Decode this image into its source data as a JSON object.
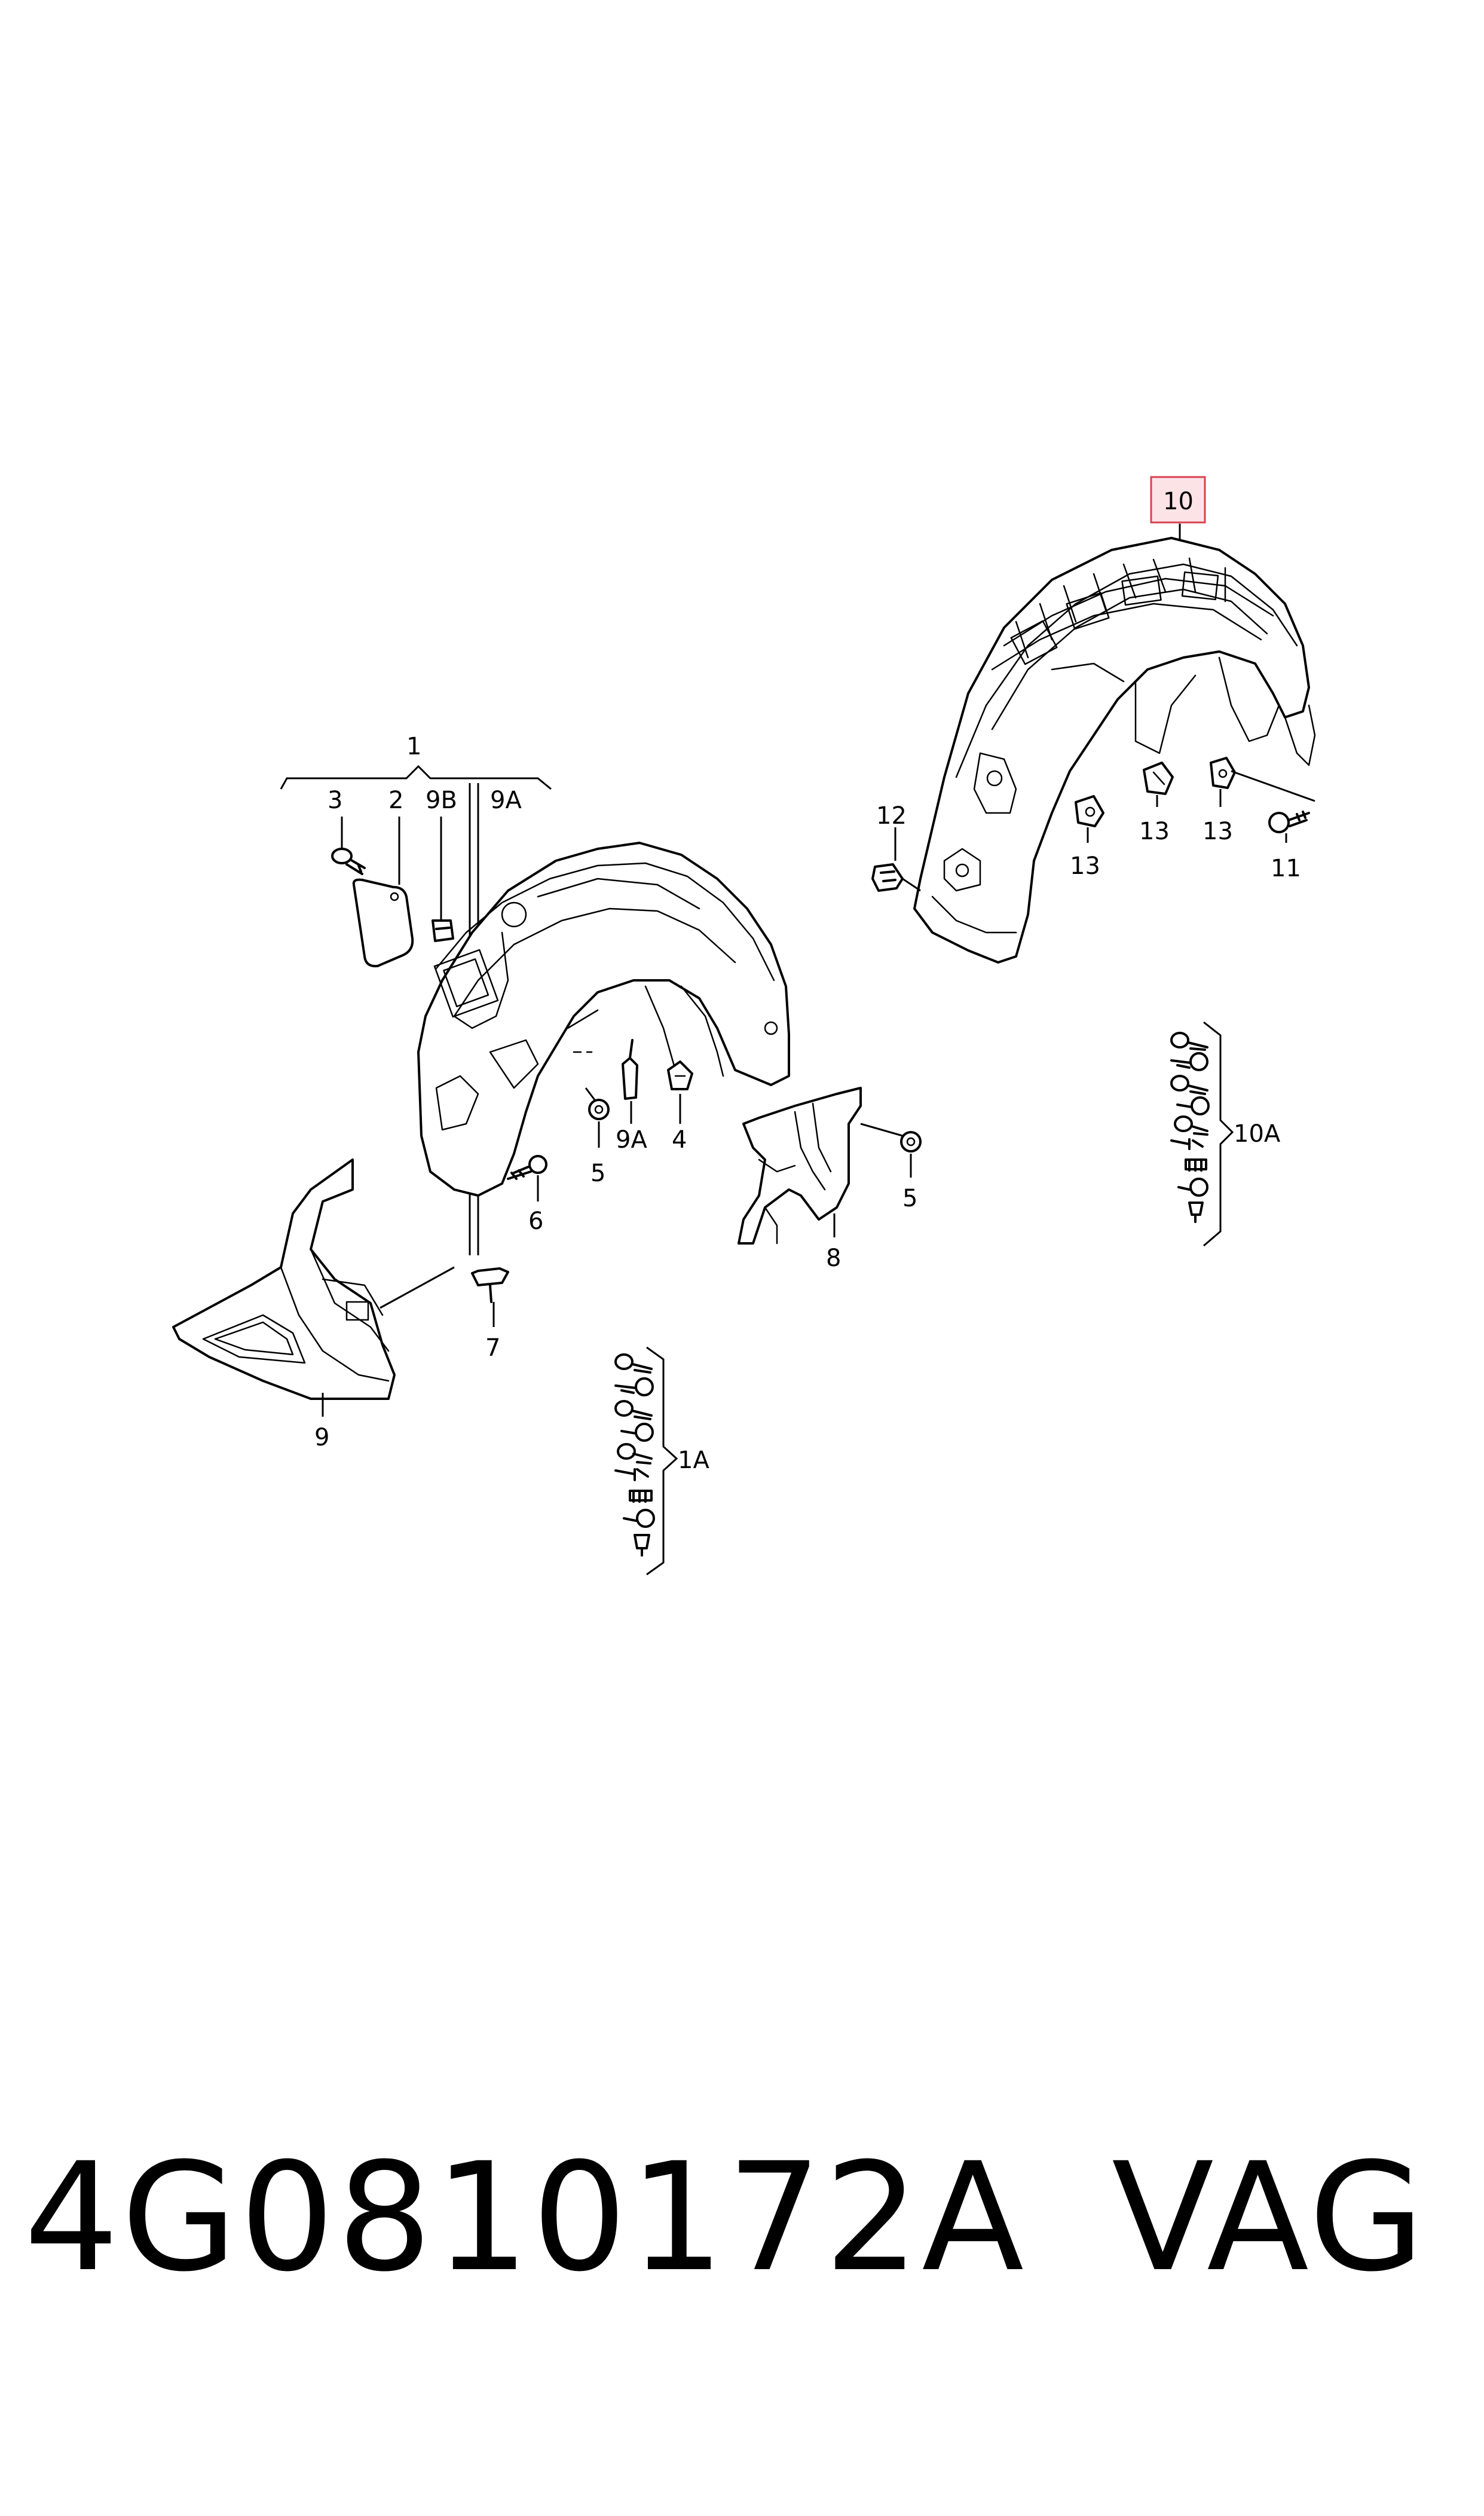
{
  "labels": {
    "l1": "1",
    "l2": "2",
    "l3": "3",
    "l9b": "9B",
    "l9a_top": "9A",
    "l9a_mid": "9A",
    "l4": "4",
    "l5a": "5",
    "l5b": "5",
    "l6": "6",
    "l7": "7",
    "l8": "8",
    "l9": "9",
    "l1a": "1A",
    "l10": "10",
    "l10a": "10A",
    "l11": "11",
    "l12": "12",
    "l13a": "13",
    "l13b": "13",
    "l13c": "13"
  },
  "footer": {
    "part_number": "4G0810172A",
    "brand": "VAG"
  },
  "colors": {
    "highlight_fill": "#fbe3e6",
    "highlight_stroke": "#d9414f",
    "ink": "#000000"
  }
}
